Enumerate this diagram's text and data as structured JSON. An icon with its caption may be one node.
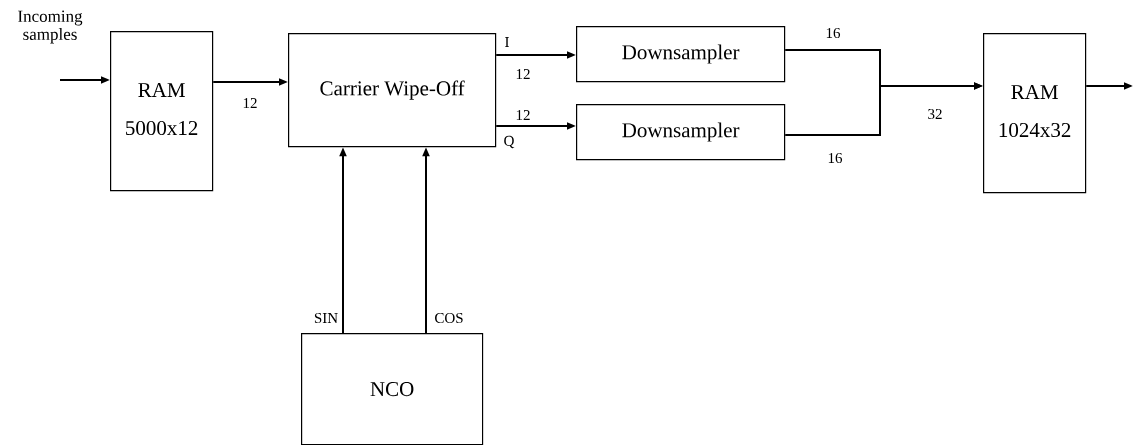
{
  "diagram": {
    "nodes": [
      {
        "text": [
          "RAM",
          "5000x12"
        ]
      },
      {
        "text": [
          "Carrier Wipe-Off"
        ],
        "beside": [
          "I",
          "Q"
        ]
      },
      {
        "text": [
          "Downsampler"
        ]
      },
      {
        "text": [
          "Downsampler"
        ]
      },
      {
        "text": [
          "RAM",
          "1024x32"
        ]
      },
      {
        "text": [
          "NCO"
        ]
      }
    ],
    "edges": [
      {
        "from": null,
        "to": 0,
        "arrow": "to",
        "label": "Incoming samples"
      },
      {
        "from": 0,
        "to": 1,
        "arrow": "to",
        "label": "12"
      },
      {
        "from": 1,
        "to": 2,
        "arrow": "to",
        "label": "12"
      },
      {
        "from": 1,
        "to": 3,
        "arrow": "to",
        "label": "12"
      },
      {
        "from": 2,
        "to": 4,
        "arrow": "to",
        "label": "16"
      },
      {
        "from": 3,
        "to": 4,
        "arrow": "to",
        "label": "16"
      },
      {
        "from": 5,
        "to": 1,
        "arrow": "to",
        "label": "SIN"
      },
      {
        "from": 5,
        "to": 1,
        "arrow": "to",
        "label": "COS"
      },
      {
        "from": 4,
        "to": null,
        "arrow": "to"
      }
    ],
    "labels": [
      "32"
    ]
  }
}
